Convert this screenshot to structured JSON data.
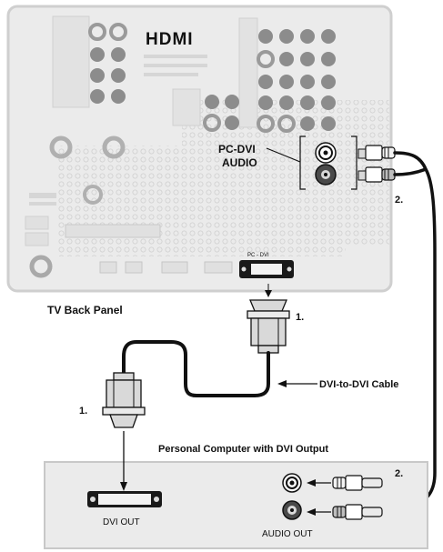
{
  "tv_panel": {
    "hdmi_logo": "HDMI",
    "pc_dvi_port_label": "PC - DVI",
    "pc_dvi_audio_label_line1": "PC-DVI",
    "pc_dvi_audio_label_line2": "AUDIO",
    "caption": "TV Back Panel"
  },
  "steps": {
    "step1_top": "1.",
    "step1_left": "1.",
    "step2_top": "2.",
    "step2_bottom": "2."
  },
  "cable": {
    "label": "DVI-to-DVI Cable"
  },
  "computer": {
    "title": "Personal Computer with DVI Output",
    "dvi_out_label": "DVI OUT",
    "audio_out_label": "AUDIO OUT"
  },
  "colors": {
    "panel_fill": "#ebebeb",
    "panel_edge": "#c8c8c8",
    "jack_dark": "#4a4a4a",
    "cable": "#111111",
    "connector_fill": "#d9d9d9"
  }
}
